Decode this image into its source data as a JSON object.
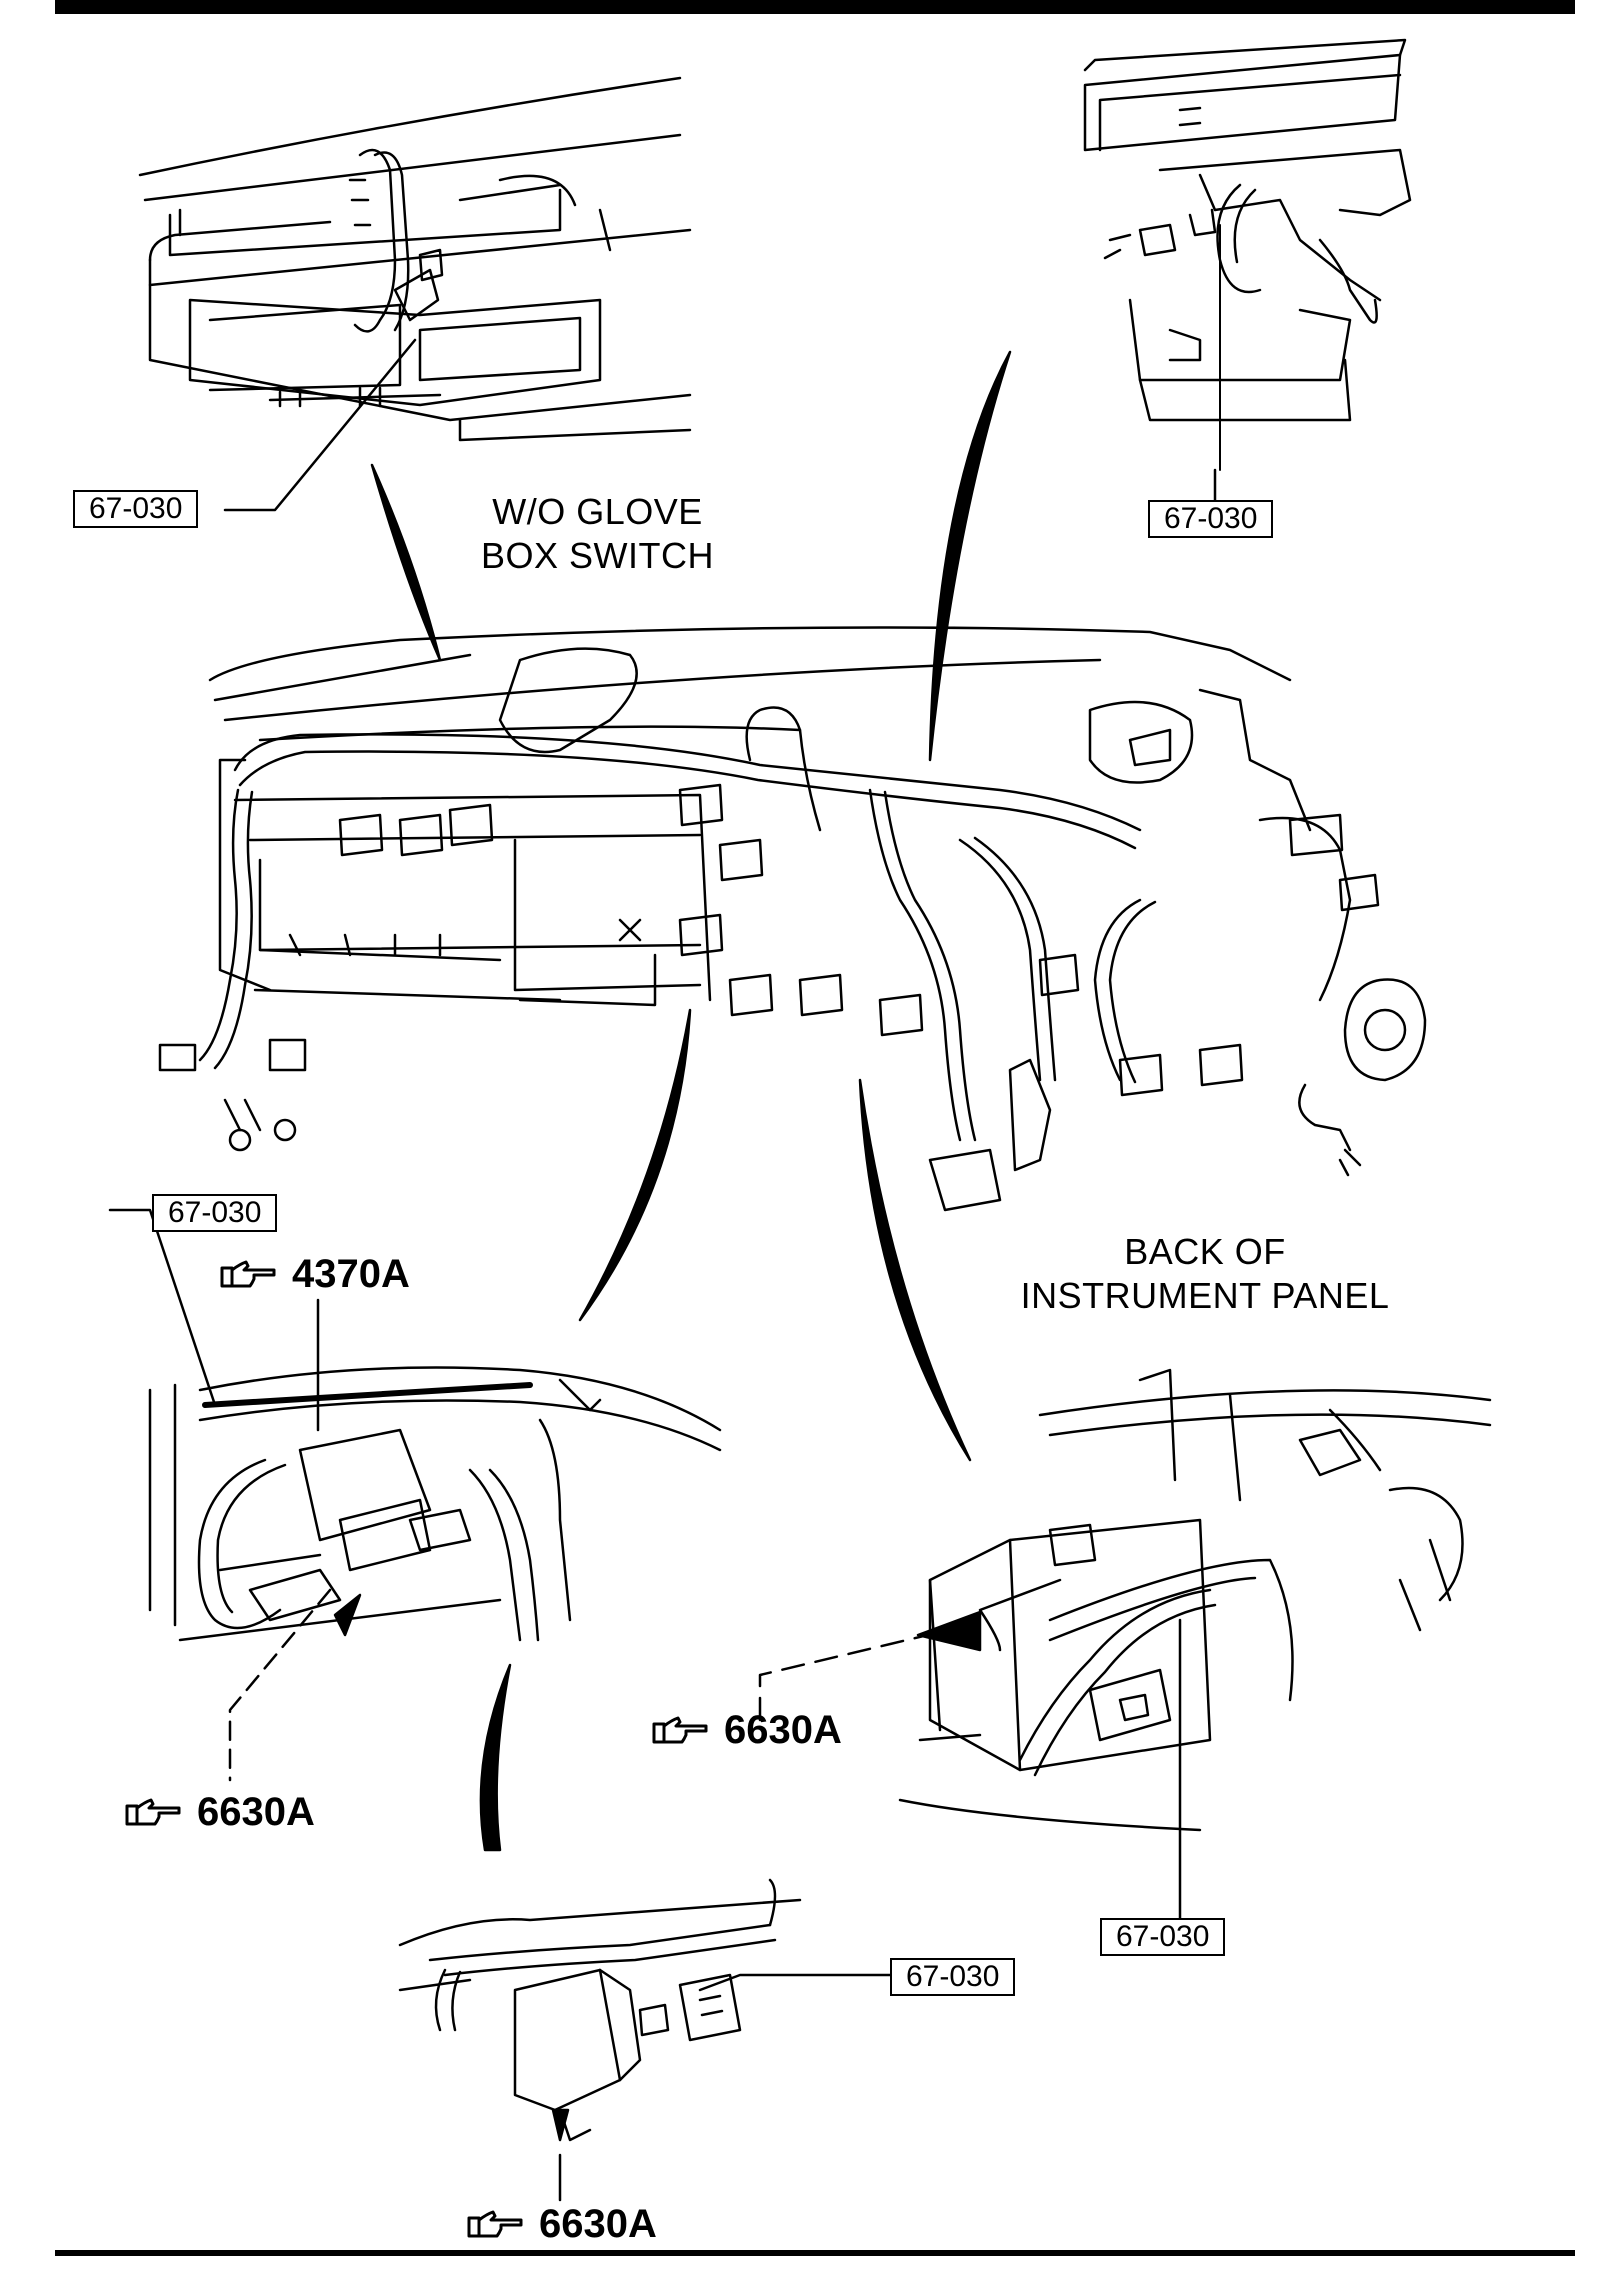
{
  "labels": {
    "glove_box_line1": "W/O GLOVE",
    "glove_box_line2": "BOX SWITCH",
    "back_line1": "BACK OF",
    "back_line2": "INSTRUMENT PANEL"
  },
  "ref_boxes": {
    "top_left": "67-030",
    "top_right": "67-030",
    "mid_left": "67-030",
    "bottom_right": "67-030",
    "bottom_center": "67-030"
  },
  "callouts": {
    "c_4370a": "4370A",
    "c_6630a_left": "6630A",
    "c_6630a_right": "6630A",
    "c_6630a_bottom": "6630A"
  },
  "icons": {
    "pointer": "pointing-hand-icon"
  },
  "colors": {
    "ink": "#000000",
    "paper": "#ffffff"
  }
}
